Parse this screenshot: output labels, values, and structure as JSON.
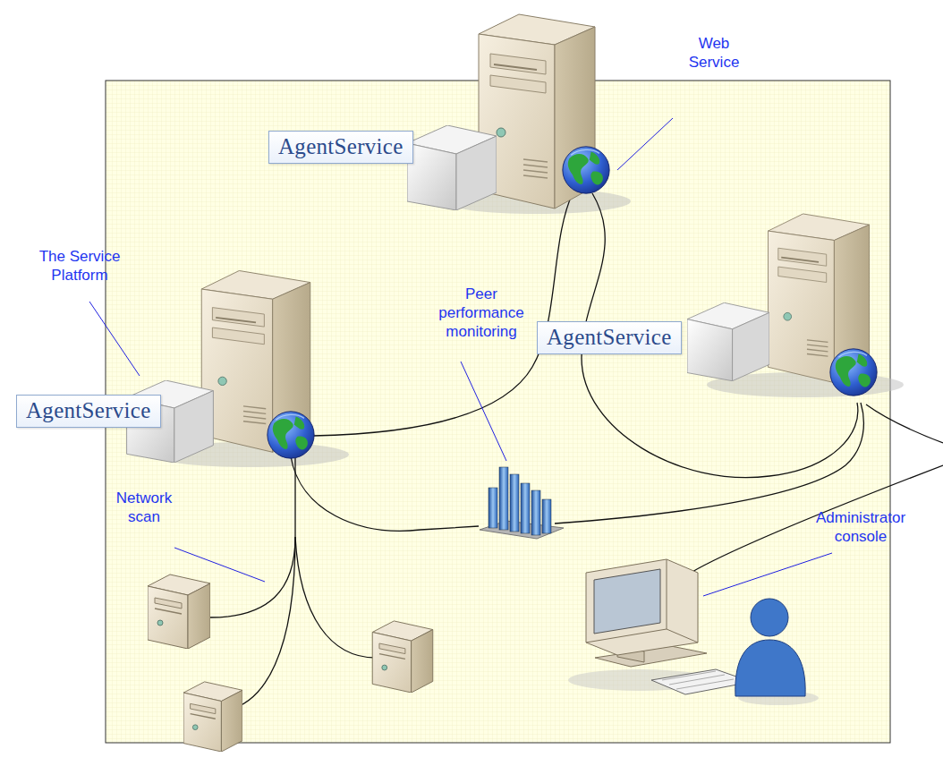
{
  "diagram": {
    "nodes": [
      {
        "text": [
          "AgentService"
        ]
      },
      {
        "text": [
          "AgentService"
        ]
      },
      {
        "text": [
          "AgentService"
        ]
      }
    ],
    "labels": [
      "Web Service",
      "The Service Platform",
      "Peer performance monitoring",
      "Network scan",
      "Administrator console"
    ]
  }
}
